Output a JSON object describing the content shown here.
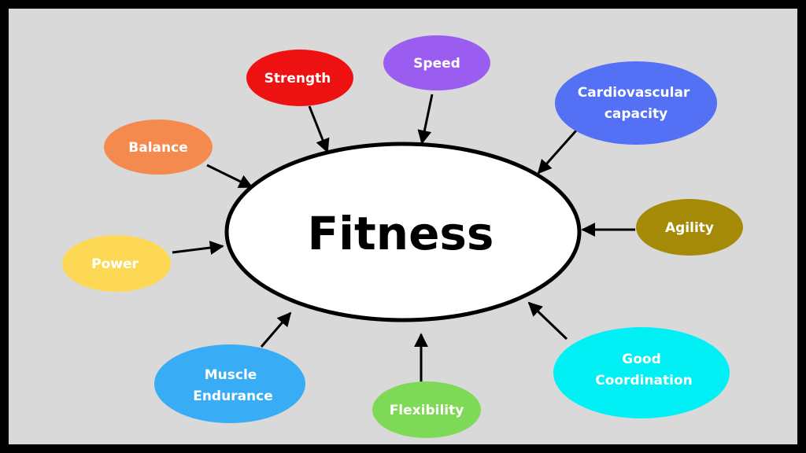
{
  "center": {
    "label": "Fitness"
  },
  "colors": {
    "background": "#d9d9d9",
    "border": "#000000",
    "arrow": "#000000"
  },
  "nodes": [
    {
      "id": "strength",
      "lines": [
        "Strength"
      ],
      "color": "#ee1111"
    },
    {
      "id": "speed",
      "lines": [
        "Speed"
      ],
      "color": "#9b5cf0"
    },
    {
      "id": "cardiovascular-capacity",
      "lines": [
        "Cardiovascular",
        "capacity"
      ],
      "color": "#5470f5"
    },
    {
      "id": "balance",
      "lines": [
        "Balance"
      ],
      "color": "#f58a4e"
    },
    {
      "id": "agility",
      "lines": [
        "Agility"
      ],
      "color": "#a58a08"
    },
    {
      "id": "power",
      "lines": [
        "Power"
      ],
      "color": "#fdd855"
    },
    {
      "id": "muscle-endurance",
      "lines": [
        "Muscle",
        "Endurance"
      ],
      "color": "#38acf5"
    },
    {
      "id": "flexibility",
      "lines": [
        "Flexibility"
      ],
      "color": "#7ed957"
    },
    {
      "id": "good-coordination",
      "lines": [
        "Good",
        "Coordination"
      ],
      "color": "#00f0f5"
    }
  ]
}
